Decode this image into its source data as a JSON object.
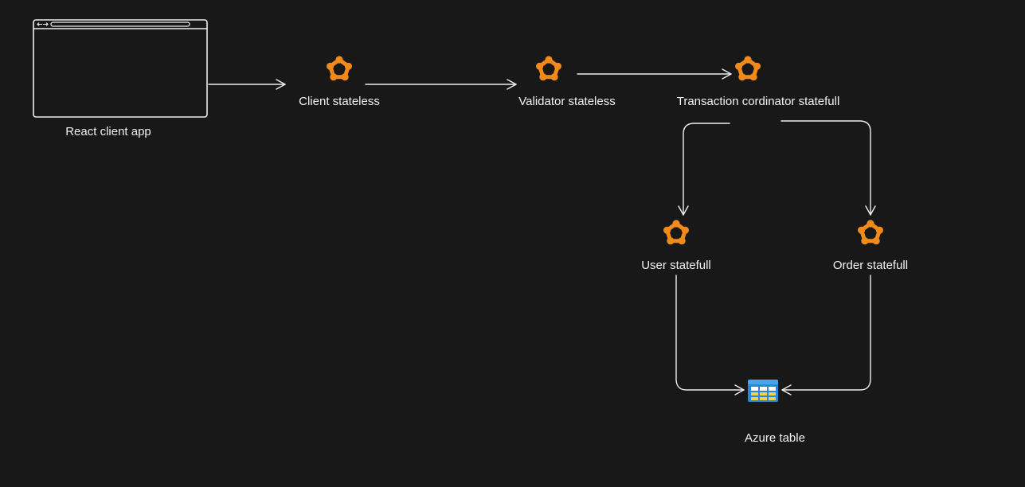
{
  "diagram": {
    "nodes": [
      {
        "id": "react",
        "label": "React client app",
        "icon": "browser-window-icon"
      },
      {
        "id": "client",
        "label": "Client stateless",
        "icon": "service-fabric-icon"
      },
      {
        "id": "validator",
        "label": "Validator stateless",
        "icon": "service-fabric-icon"
      },
      {
        "id": "coordinator",
        "label": "Transaction cordinator statefull",
        "icon": "service-fabric-icon"
      },
      {
        "id": "user",
        "label": "User statefull",
        "icon": "service-fabric-icon"
      },
      {
        "id": "order",
        "label": "Order statefull",
        "icon": "service-fabric-icon"
      },
      {
        "id": "azure",
        "label": "Azure table",
        "icon": "azure-table-icon"
      }
    ],
    "edges": [
      {
        "from": "react",
        "to": "client"
      },
      {
        "from": "client",
        "to": "validator"
      },
      {
        "from": "validator",
        "to": "coordinator"
      },
      {
        "from": "coordinator",
        "to": "user"
      },
      {
        "from": "coordinator",
        "to": "order"
      },
      {
        "from": "user",
        "to": "azure"
      },
      {
        "from": "order",
        "to": "azure"
      }
    ],
    "colors": {
      "background": "#181818",
      "line": "#eeeeee",
      "service_icon": "#f28a1b",
      "table_blue": "#2a86d9",
      "table_cell": "#f2d14a"
    }
  }
}
